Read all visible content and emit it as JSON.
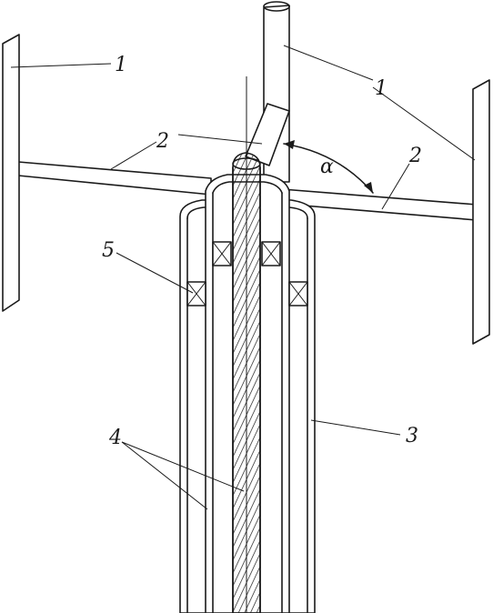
{
  "labels": {
    "blade_left": "1",
    "blade_right": "1",
    "arm_left": "2",
    "arm_right": "2",
    "outer_tube": "3",
    "inner_tubes": "4",
    "bearing": "5",
    "angle": "α"
  },
  "colors": {
    "line": "#1a1a1a",
    "background": "#ffffff"
  }
}
